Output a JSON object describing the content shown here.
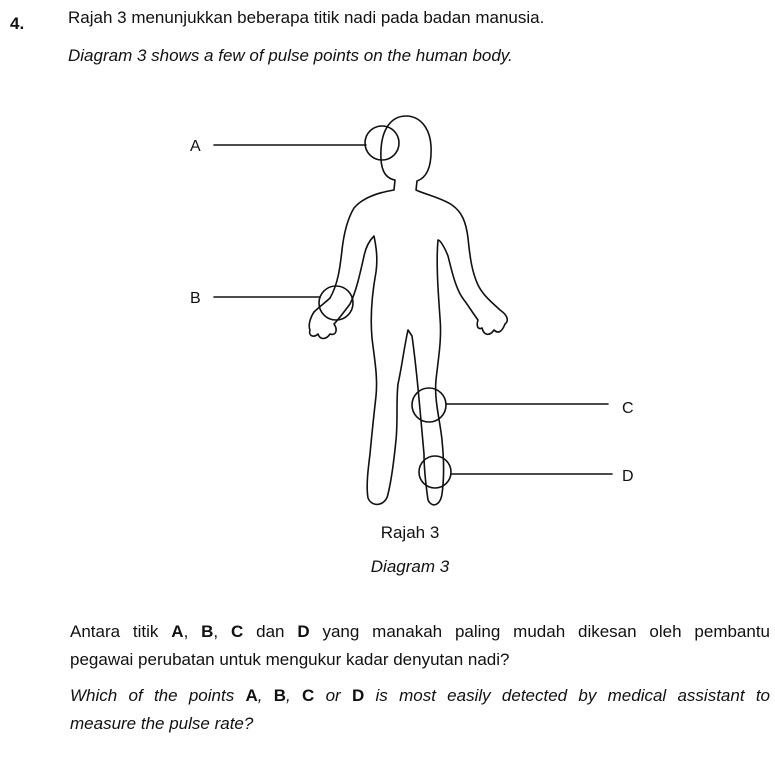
{
  "question": {
    "number": "4.",
    "stem_ms": "Rajah 3 menunjukkan beberapa titik nadi pada badan manusia.",
    "stem_en": "Diagram 3 shows a few of pulse points on the human body."
  },
  "figure": {
    "labels": {
      "a": "A",
      "b": "B",
      "c": "C",
      "d": "D"
    },
    "caption_ms": "Rajah 3",
    "caption_en": "Diagram 3"
  },
  "prompt_ms": {
    "l1_pre": "Antara titik ",
    "a": "A",
    "sep1": ", ",
    "b": "B",
    "sep2": ", ",
    "c": "C",
    "mid": " dan ",
    "d": "D",
    "l1_post": " yang manakah paling mudah dikesan oleh pembantu",
    "l2": "pegawai perubatan untuk mengukur kadar denyutan nadi?"
  },
  "prompt_en": {
    "l1_pre": "Which of the points ",
    "a": "A",
    "sep1": ", ",
    "b": "B",
    "sep2": ", ",
    "c": "C",
    "mid": " or ",
    "d": "D",
    "l1_post": " is most easily detected by medical assistant to",
    "l2": "measure the pulse rate?"
  }
}
